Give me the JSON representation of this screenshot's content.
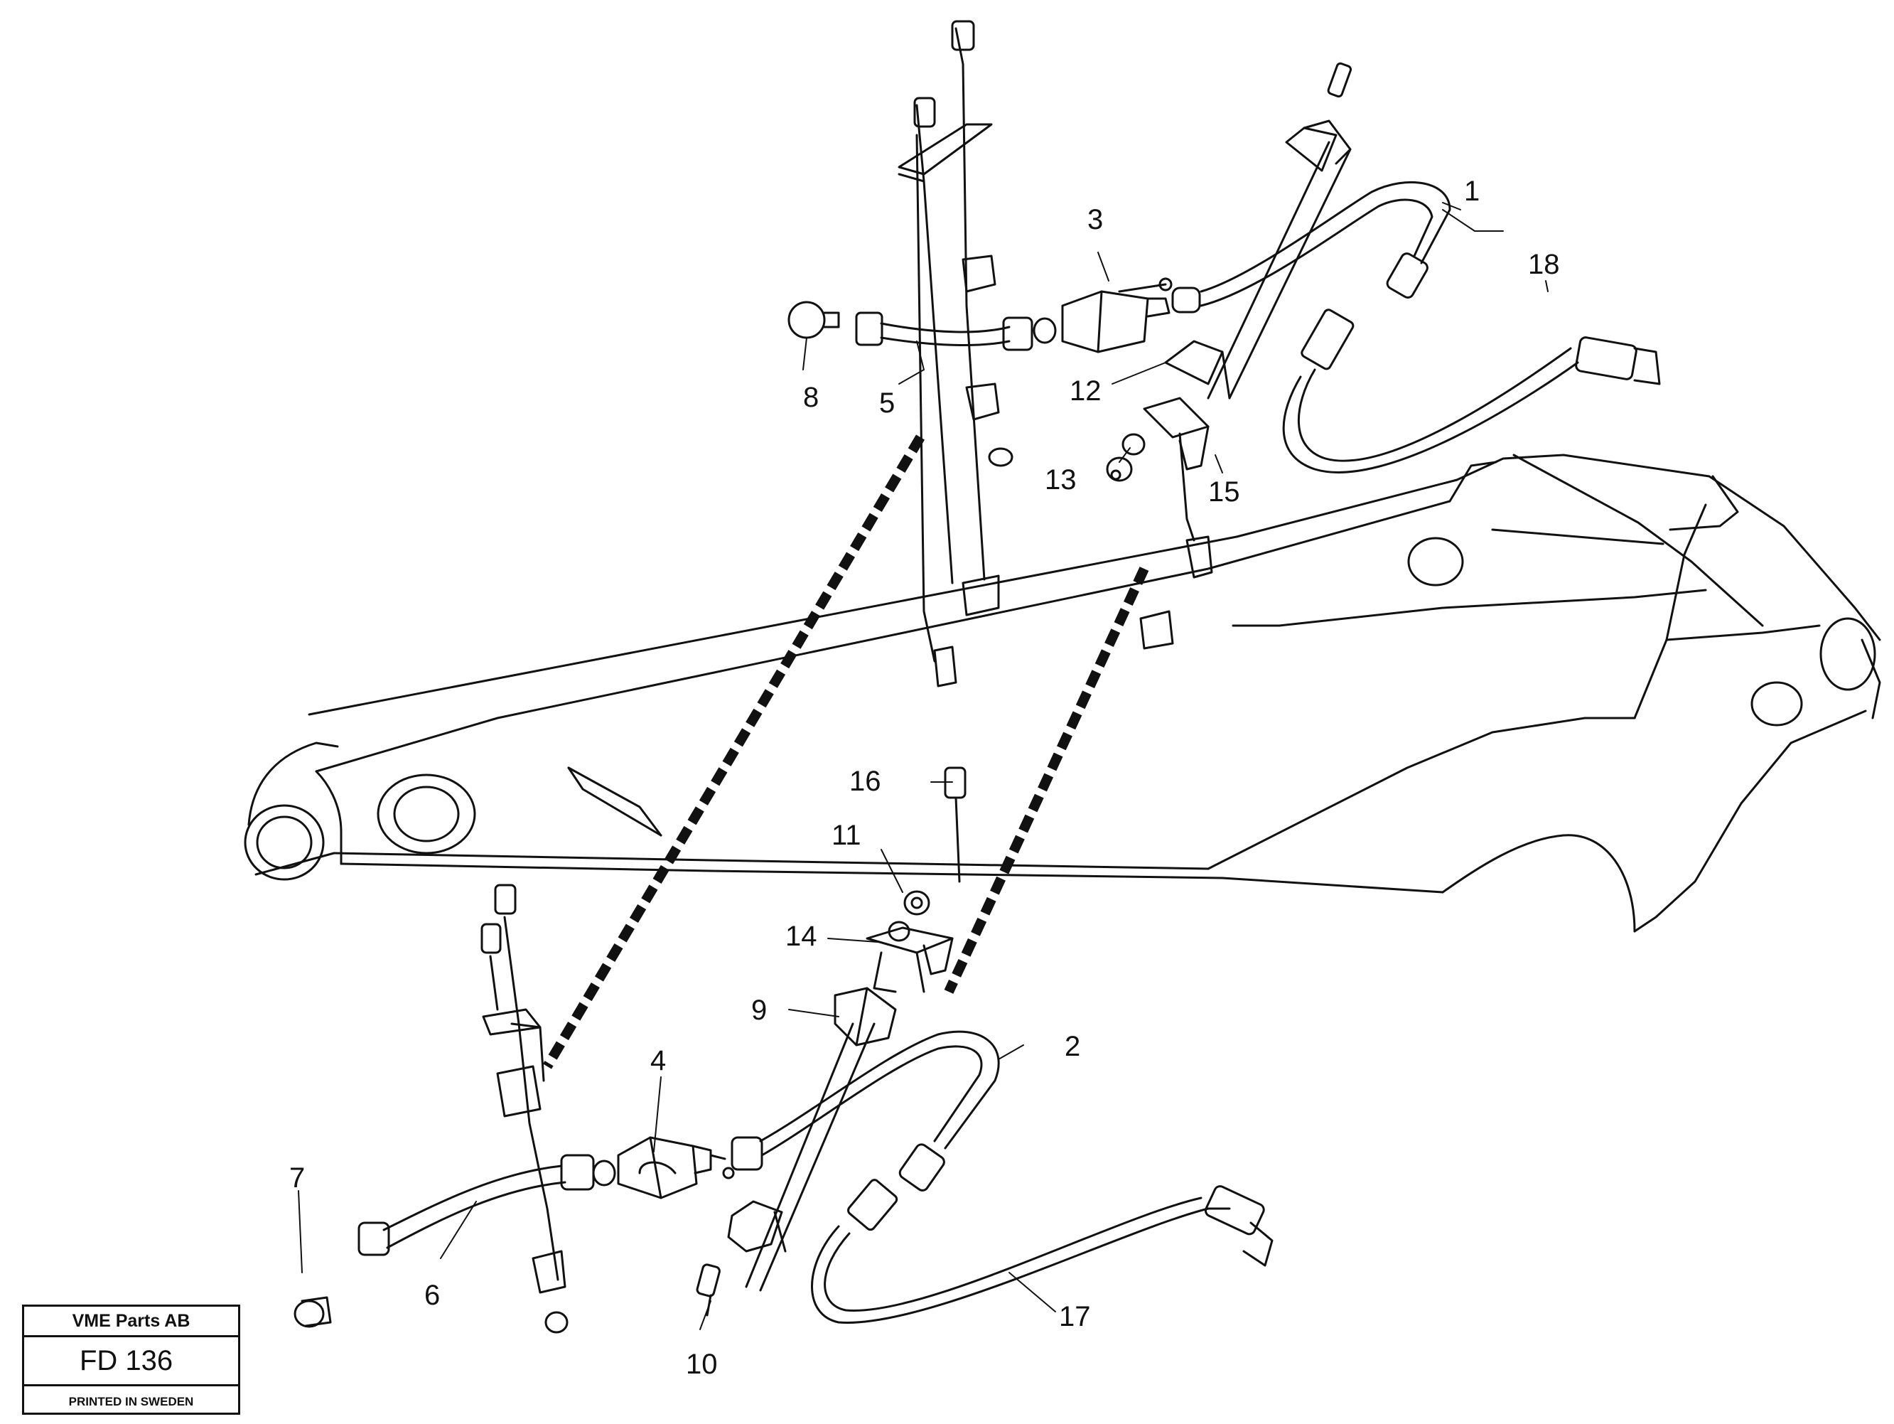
{
  "callouts": {
    "c1": "1",
    "c2": "2",
    "c3": "3",
    "c4": "4",
    "c5": "5",
    "c6": "6",
    "c7": "7",
    "c8": "8",
    "c9": "9",
    "c10": "10",
    "c11": "11",
    "c12": "12",
    "c13": "13",
    "c14": "14",
    "c15": "15",
    "c16": "16",
    "c17": "17",
    "c18": "18"
  },
  "stamp": {
    "company": "VME Parts AB",
    "code": "FD 136",
    "printed": "PRINTED IN SWEDEN"
  },
  "colors": {
    "line": "#111111",
    "background": "#ffffff"
  }
}
